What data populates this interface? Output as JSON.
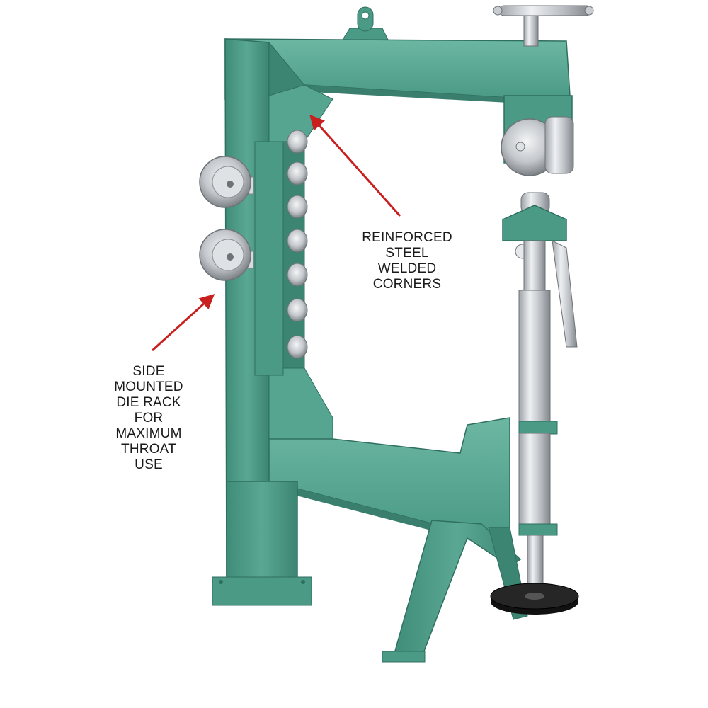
{
  "image": {
    "subject": "English wheel metal shaping machine",
    "colors": {
      "frame_green": "#4a9a86",
      "frame_green_dark": "#2f6f60",
      "frame_green_light": "#6cb7a2",
      "steel": "#c9ccd0",
      "steel_dark": "#8b9096",
      "arrow_red": "#c8201f",
      "handwheel_black": "#1d1d1d",
      "background": "#ffffff"
    }
  },
  "callouts": {
    "corners": "REINFORCED\nSTEEL\nWELDED\nCORNERS",
    "rack": "SIDE\nMOUNTED\nDIE RACK\nFOR\nMAXIMUM\nTHROAT\nUSE"
  }
}
